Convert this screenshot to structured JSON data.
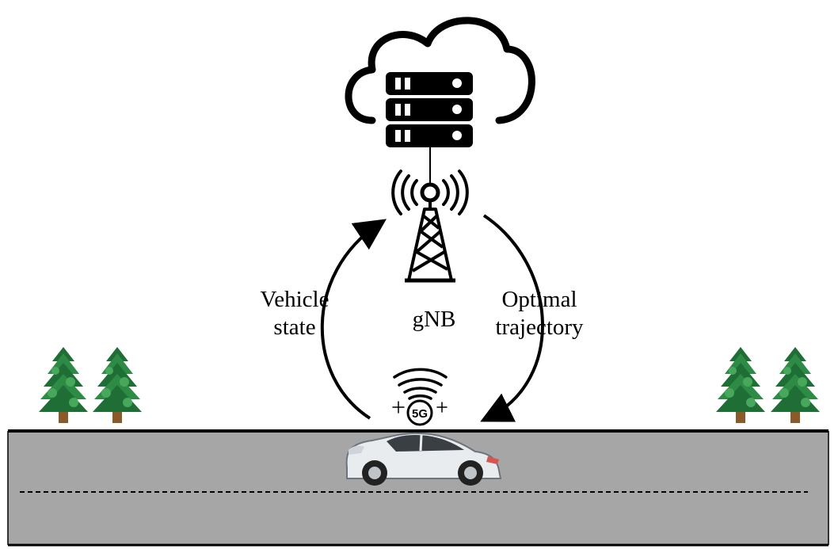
{
  "labels": {
    "left_arrow": [
      "Vehicle",
      "state"
    ],
    "right_arrow": [
      "Optimal",
      "trajectory"
    ],
    "tower": "gNB",
    "badge": "5G"
  },
  "icons": {
    "cloud": "cloud-icon",
    "server": "server-rack-icon",
    "tower": "cell-tower-icon",
    "signal": "wireless-signal-icon",
    "car": "car-icon",
    "tree": "pine-tree-icon"
  },
  "colors": {
    "road": "#a6a6a6",
    "tree_dark": "#1e6e35",
    "tree_mid": "#2e8b45",
    "tree_light": "#47a85c",
    "trunk": "#8a5a2b",
    "car_body": "#e9ecef",
    "ink": "#000000"
  }
}
